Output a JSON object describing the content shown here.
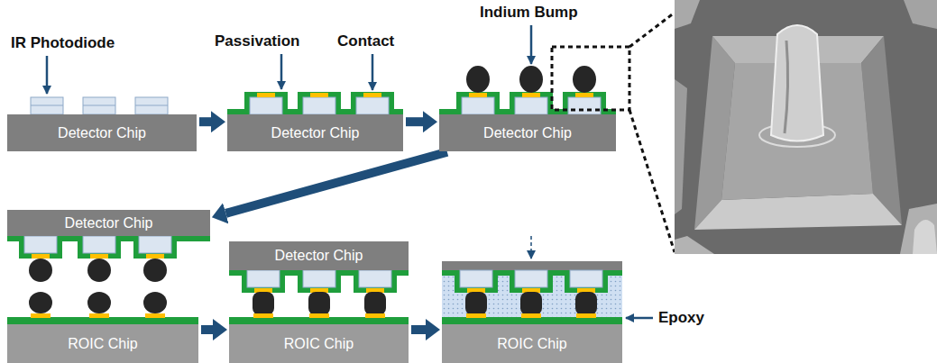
{
  "diagram": {
    "nodes": [
      {
        "text": [
          "Detector Chip"
        ]
      },
      {
        "text": [
          "Detector Chip"
        ]
      },
      {
        "text": [
          "Detector Chip"
        ]
      },
      {
        "text": [
          "Detector Chip"
        ]
      },
      {
        "text": [
          "ROIC Chip"
        ]
      },
      {
        "text": [
          "Detector Chip"
        ]
      },
      {
        "text": [
          "ROIC Chip"
        ]
      },
      {
        "text": [
          "ROIC Chip"
        ]
      }
    ],
    "edges": [
      {
        "from": 0,
        "to": 1,
        "arrow": "to"
      },
      {
        "from": 1,
        "to": 2,
        "arrow": "to"
      },
      {
        "from": 2,
        "to": 3,
        "arrow": "to"
      },
      {
        "from": 4,
        "to": 6,
        "arrow": "to"
      },
      {
        "from": 6,
        "to": 7,
        "arrow": "to"
      }
    ],
    "labels": [
      "IR Photodiode",
      "Passivation",
      "Contact",
      "Indium Bump",
      "Epoxy"
    ]
  }
}
